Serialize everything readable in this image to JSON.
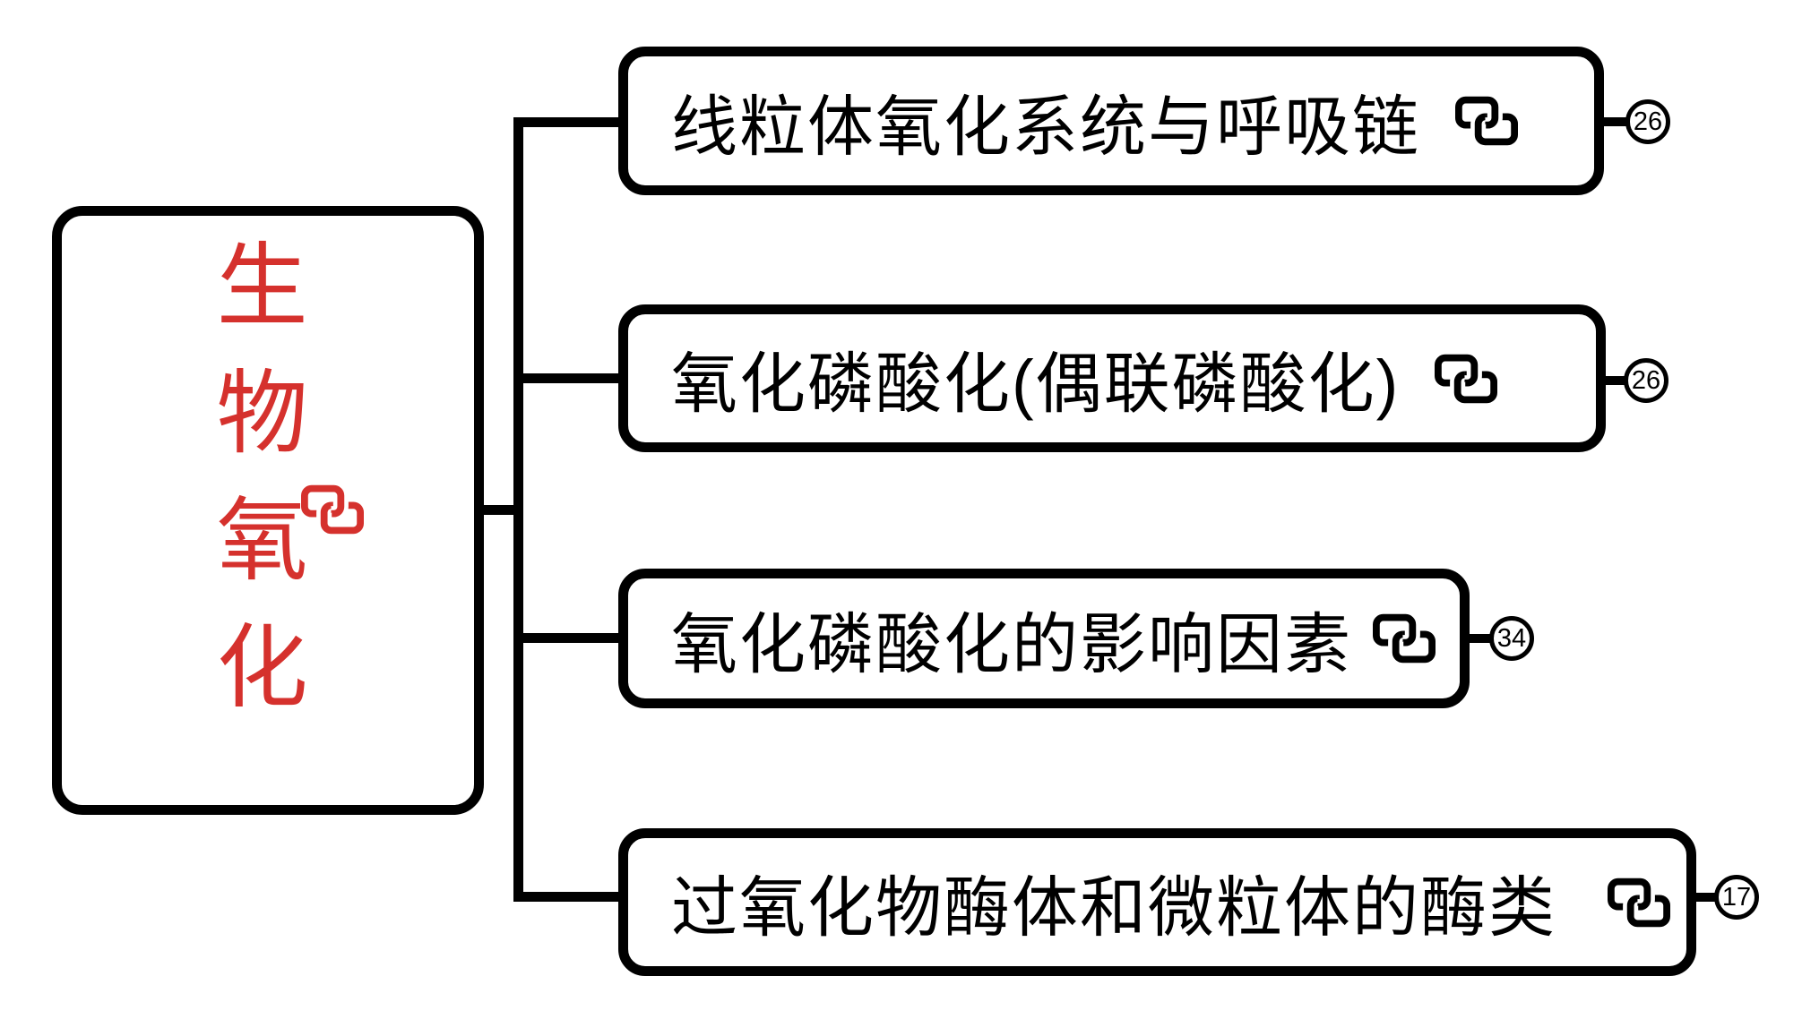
{
  "root": {
    "label": "生物氧化",
    "text_color": "#d5312d",
    "icon": "link-icon"
  },
  "branches": [
    {
      "label": "线粒体氧化系统与呼吸链",
      "icon": "link-icon",
      "count": "26"
    },
    {
      "label": "氧化磷酸化(偶联磷酸化)",
      "icon": "link-icon",
      "count": "26"
    },
    {
      "label": "氧化磷酸化的影响因素",
      "icon": "link-icon",
      "count": "34"
    },
    {
      "label": "过氧化物酶体和微粒体的酶类",
      "icon": "link-icon",
      "count": "17"
    }
  ],
  "style": {
    "line_color": "#000000",
    "node_fill": "#ffffff",
    "node_border_color": "#000000",
    "accent_red": "#d5312d"
  }
}
